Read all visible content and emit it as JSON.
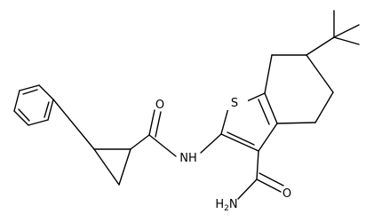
{
  "molecule": {
    "atom_labels": {
      "sulfur": "S",
      "amide_nh": "NH",
      "amide_o_left": "O",
      "amide_o_right": "O",
      "amide_n": "H",
      "amide_n_sub": "2",
      "amide_n_tail": "N"
    }
  }
}
